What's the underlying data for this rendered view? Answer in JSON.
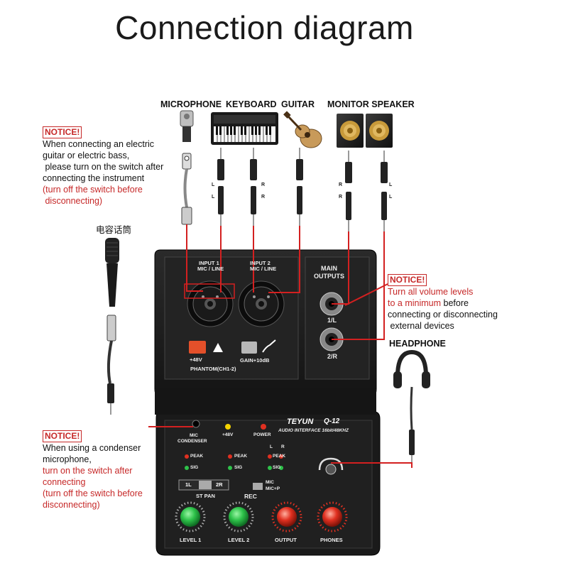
{
  "title": "Connection diagram",
  "devices": {
    "microphone": "MICROPHONE",
    "keyboard": "KEYBOARD",
    "guitar": "GUITAR",
    "monitor_speaker": "MONITOR SPEAKER",
    "condenser_mic": "电容话筒",
    "headphone": "HEADPHONE"
  },
  "channel_marks": {
    "l": "L",
    "r": "R"
  },
  "notices": [
    {
      "tag": "NOTICE!",
      "lines": [
        "When connecting an electric",
        "guitar or electric bass,",
        " please turn on the switch after",
        "connecting the instrument"
      ],
      "red_lines": [
        "(turn off the switch before",
        " disconnecting)"
      ]
    },
    {
      "tag": "NOTICE!",
      "red_lines": [
        "Turn all volume levels",
        "to a minimum"
      ],
      "tail": " before",
      "lines": [
        "connecting or disconnecting",
        " external devices"
      ]
    },
    {
      "tag": "NOTICE!",
      "lines": [
        "When using a condenser",
        "microphone,"
      ],
      "red_lines": [
        "turn on the switch after",
        "connecting",
        "(turn off the switch before",
        "disconnecting)"
      ]
    }
  ],
  "panel": {
    "input1": "INPUT 1",
    "input1_sub": "MIC / LINE",
    "input2": "INPUT 2",
    "input2_sub": "MIC / LINE",
    "main_outputs_1": "MAIN",
    "main_outputs_2": "OUTPUTS",
    "out_1l": "1/L",
    "out_2r": "2/R",
    "plus48v": "+48V",
    "phantom": "PHANTOM(CH1-2)",
    "gain": "GAIN+10dB",
    "brand": "TEYUN",
    "model": "Q-12",
    "subtitle": "AUDIO INTERFACE 16bit/48KHZ",
    "mic": "MIC",
    "condenser": "CONDENSER",
    "led_48v": "+48V",
    "led_power": "POWER",
    "peak": "PEAK",
    "sig": "SIG",
    "st_pan": "ST PAN",
    "pan_1l": "1L",
    "pan_2r": "2R",
    "rec": "REC",
    "rec_mic": "MIC",
    "rec_micp": "MIC+P",
    "level1": "LEVEL 1",
    "level2": "LEVEL 2",
    "output": "OUTPUT",
    "phones": "PHONES",
    "l": "L",
    "r": "R"
  },
  "colors": {
    "notice_red": "#c62828",
    "panel": "#1f1f1f",
    "knob_green": "#2ec24a",
    "knob_red": "#e03020",
    "button_red": "#e4502a"
  }
}
